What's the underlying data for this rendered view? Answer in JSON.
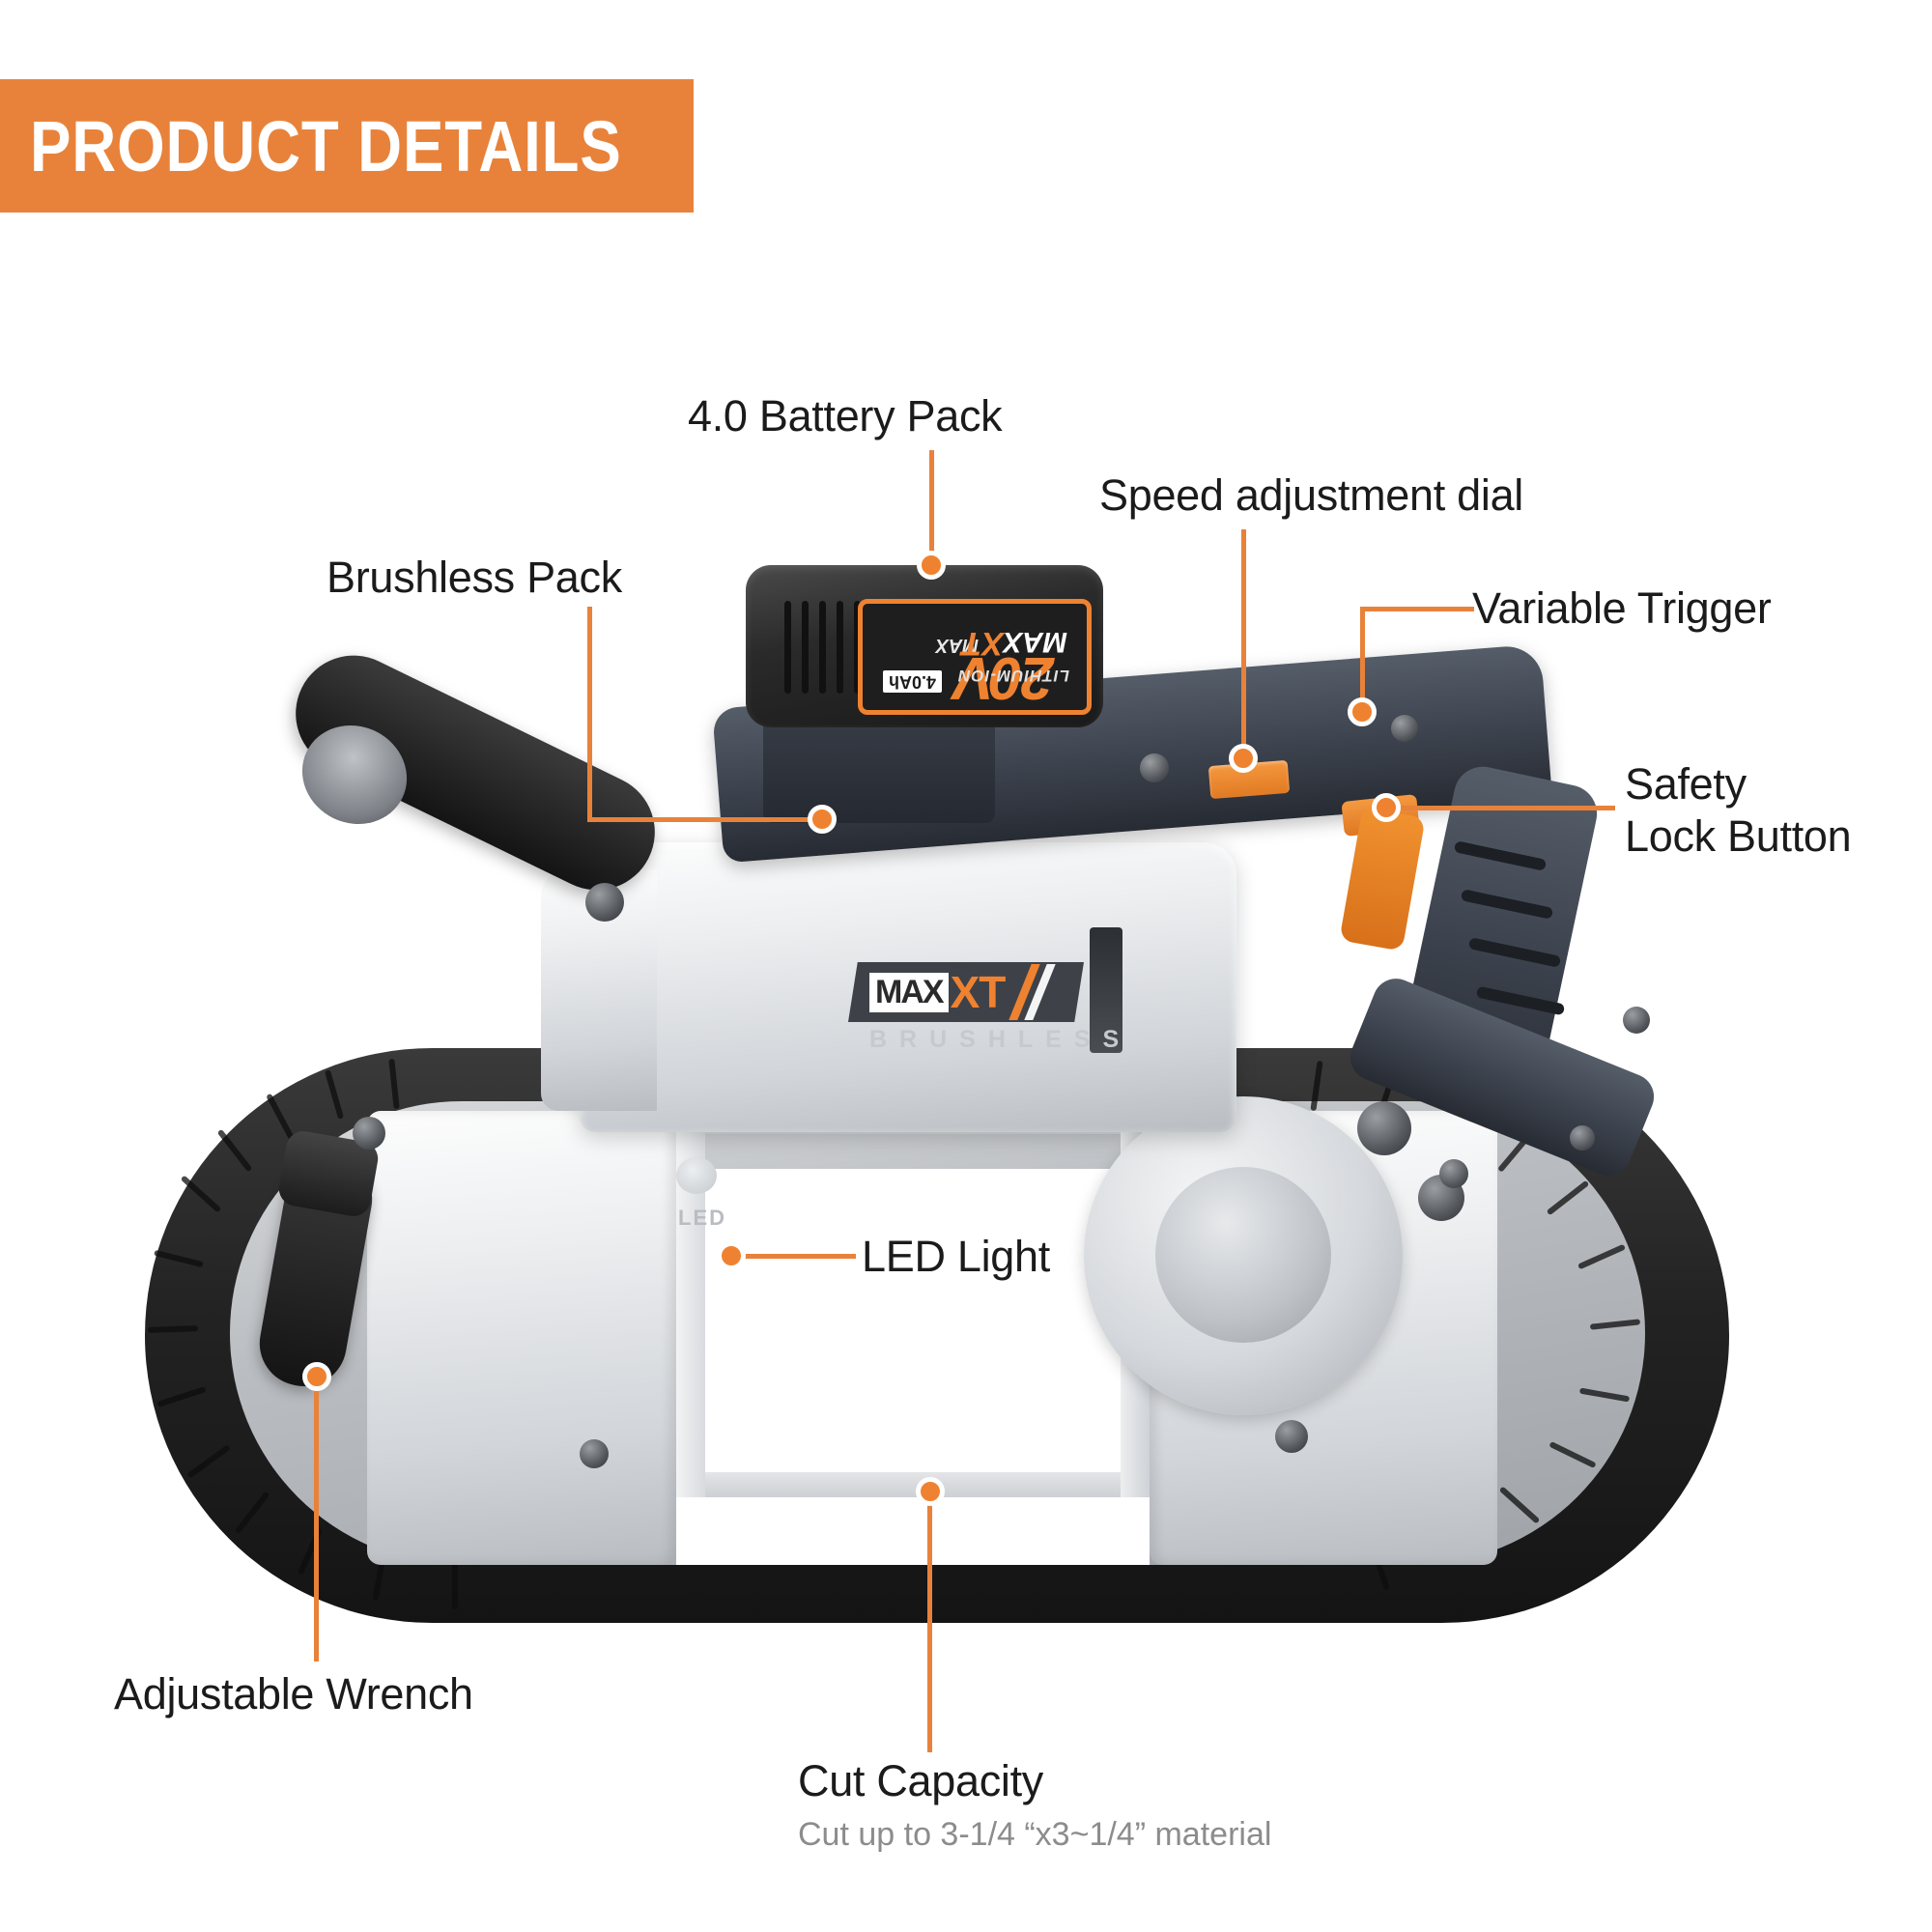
{
  "header": {
    "title": "PRODUCT DETAILS",
    "accent_color": "#e8823a"
  },
  "callouts": [
    {
      "id": "brushless-pack",
      "label": "Brushless Pack"
    },
    {
      "id": "battery-pack",
      "label": "4.0 Battery Pack"
    },
    {
      "id": "speed-dial",
      "label": "Speed adjustment dial"
    },
    {
      "id": "variable-trigger",
      "label": "Variable Trigger"
    },
    {
      "id": "safety-lock",
      "label_line1": "Safety",
      "label_line2": "Lock Button"
    },
    {
      "id": "led-light",
      "label": "LED Light"
    },
    {
      "id": "adjustable-wrench",
      "label": "Adjustable Wrench"
    },
    {
      "id": "cut-capacity",
      "label": "Cut Capacity",
      "sublabel": "Cut up to 3-1/4 “x3~1/4” material"
    }
  ],
  "product": {
    "brand_logo": {
      "max": "MAX",
      "xt": "XT"
    },
    "brushless_emboss": "BRUSHLESS",
    "led_emboss": "LED",
    "battery": {
      "voltage": "20",
      "voltage_unit": "V",
      "max": "MAX",
      "brand_max": "MAX",
      "brand_xt": "XT",
      "chemistry": "LITHIUM-ION",
      "capacity": "4.0Ah"
    }
  },
  "colors": {
    "accent_orange": "#e8823a",
    "dot_orange": "#ef8230",
    "text_dark": "#1b1b1b",
    "text_gray": "#8c8c8c"
  }
}
